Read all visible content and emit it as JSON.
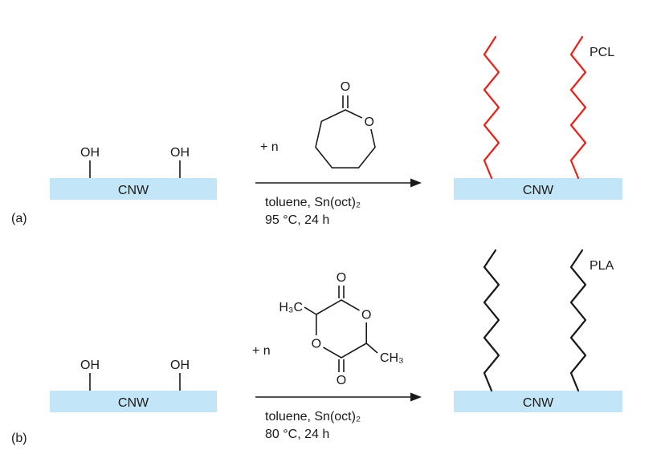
{
  "figure": {
    "rows": {
      "a": {
        "panel_label": "(a)",
        "substrate": {
          "oh_left": "OH",
          "oh_right": "OH",
          "bar_label": "CNW"
        },
        "reagent_prefix": "+ n",
        "monomer": {
          "carbonyl_o": "O",
          "ring_o": "O"
        },
        "arrow_conditions": {
          "line1": "toluene, Sn(oct)₂",
          "line2": "95 °C, 24 h"
        },
        "product": {
          "bar_label": "CNW",
          "polymer_label": "PCL"
        }
      },
      "b": {
        "panel_label": "(b)",
        "substrate": {
          "oh_left": "OH",
          "oh_right": "OH",
          "bar_label": "CNW"
        },
        "reagent_prefix": "+ n",
        "monomer": {
          "top_carbonyl_o": "O",
          "bottom_carbonyl_o": "O",
          "ring_o_right": "O",
          "ring_o_left": "O",
          "methyl_left": "H₃C",
          "methyl_right": "CH₃"
        },
        "arrow_conditions": {
          "line1": "toluene, Sn(oct)₂",
          "line2": "80 °C, 24 h"
        },
        "product": {
          "bar_label": "CNW",
          "polymer_label": "PLA"
        }
      }
    },
    "colors": {
      "bar_fill": "#c2e5f8",
      "pcl_chain": "#e5231b",
      "pla_chain": "#1a1a1a"
    }
  }
}
